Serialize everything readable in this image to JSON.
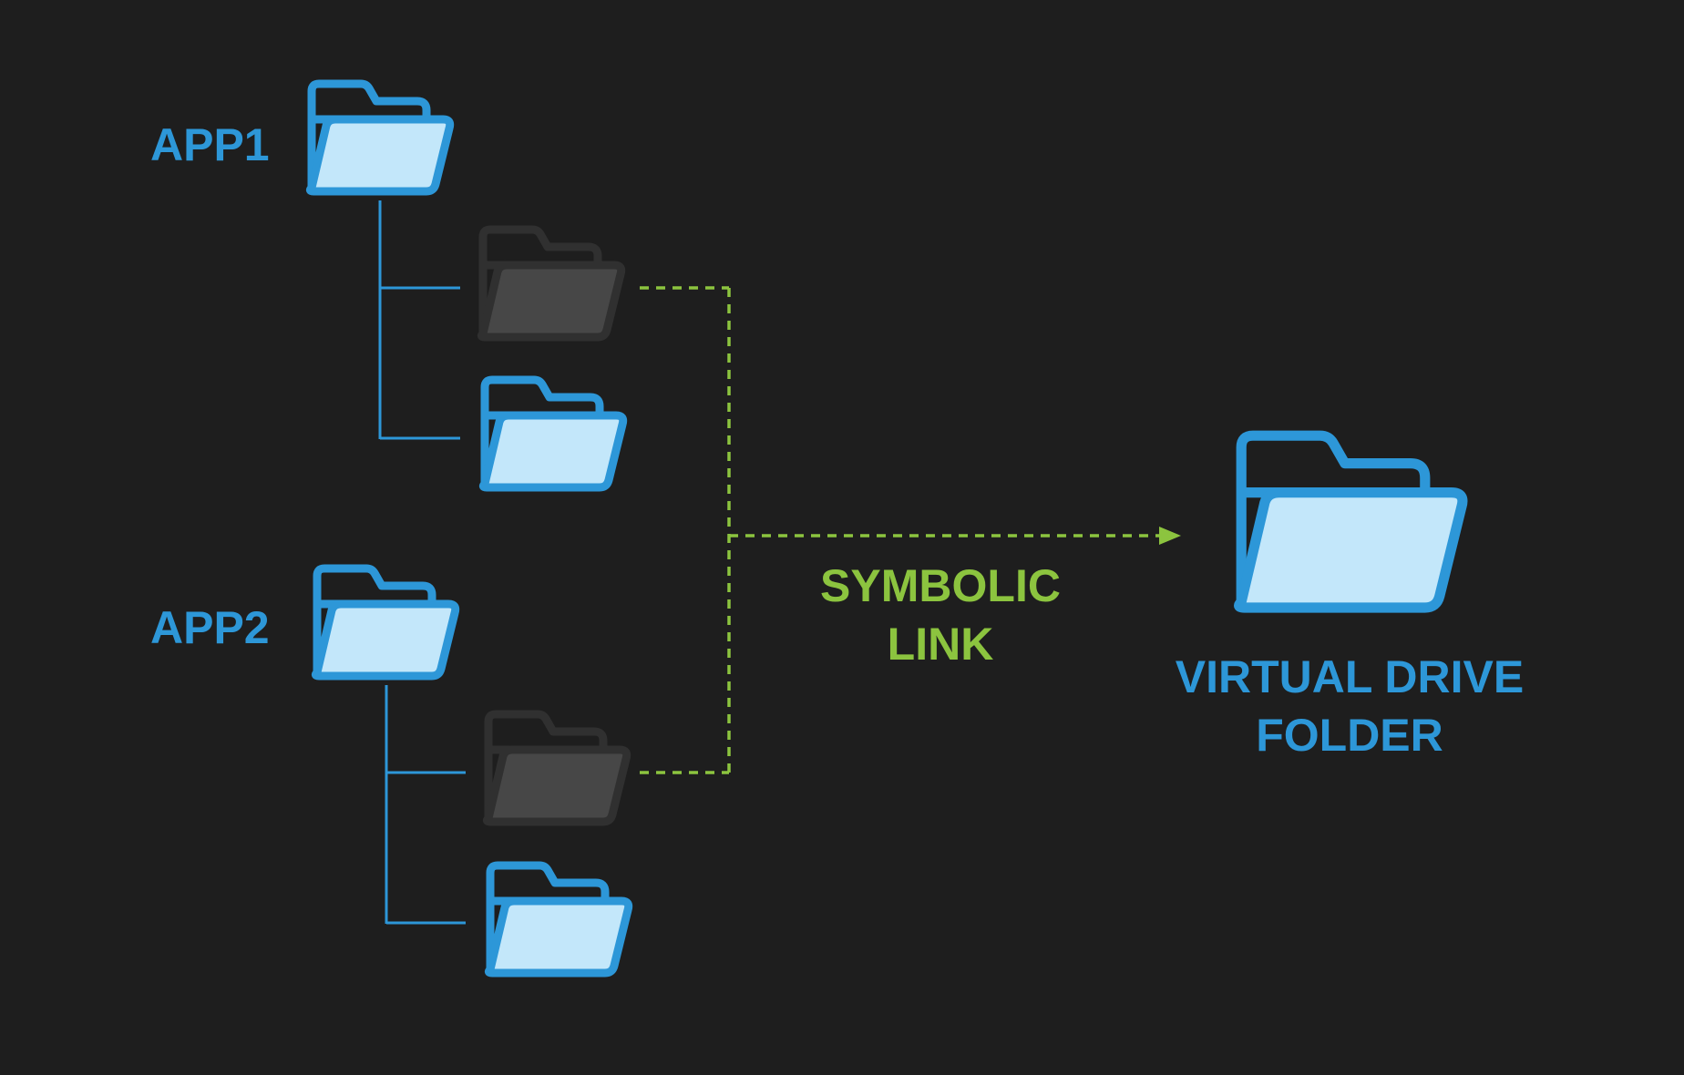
{
  "labels": {
    "app1": "APP1",
    "app2": "APP2",
    "link_line1": "SYMBOLIC",
    "link_line2": "LINK",
    "target_line1": "VIRTUAL DRIVE",
    "target_line2": "FOLDER"
  },
  "colors": {
    "background": "#1e1e1e",
    "blue_stroke": "#2d97d8",
    "blue_fill": "#c3e7fa",
    "gray_stroke": "#303030",
    "gray_fill": "#474747",
    "green_link": "#8cc43f",
    "tree_line": "#2d97d8"
  },
  "folders": {
    "app1": {
      "icon": "open-folder-icon",
      "state": "active"
    },
    "app1_child1": {
      "icon": "open-folder-icon",
      "state": "dimmed"
    },
    "app1_child2": {
      "icon": "open-folder-icon",
      "state": "active"
    },
    "app2": {
      "icon": "open-folder-icon",
      "state": "active"
    },
    "app2_child1": {
      "icon": "open-folder-icon",
      "state": "dimmed"
    },
    "app2_child2": {
      "icon": "open-folder-icon",
      "state": "active"
    },
    "virtual_drive": {
      "icon": "open-folder-icon",
      "state": "active"
    }
  }
}
